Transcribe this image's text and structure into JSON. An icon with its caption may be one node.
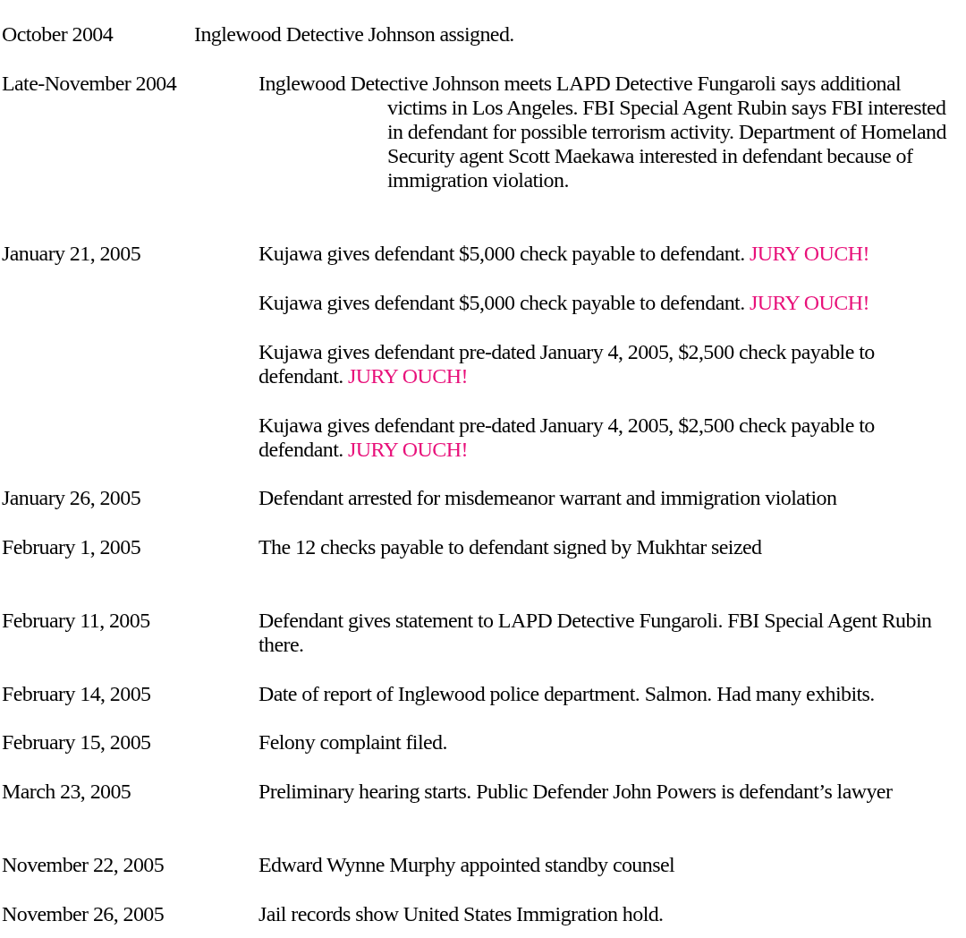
{
  "diagram": {
    "labels": [
      "October 2004",
      "Inglewood Detective Johnson assigned.",
      "Late-November 2004",
      "Inglewood Detective Johnson meets LAPD Detective Fungaroli says additional victims in Los Angeles. FBI Special Agent Rubin says FBI interested in defendant for possible terrorism activity. Department of Homeland Security agent Scott Maekawa interested in defendant because of immigration violation.",
      "January 21, 2005",
      "Kujawa gives defendant $5,000 check payable to defendant.",
      "JURY OUCH!",
      "Kujawa gives defendant $5,000 check payable to defendant.",
      "JURY OUCH!",
      "Kujawa gives defendant pre-dated January 4, 2005, $2,500 check payable to defendant.",
      "JURY OUCH!",
      "Kujawa gives defendant pre-dated January 4, 2005, $2,500 check payable to defendant.",
      "JURY OUCH!",
      "January 26, 2005",
      "Defendant arrested for misdemeanor warrant and immigration violation",
      "February 1, 2005",
      "The 12 checks payable to defendant signed by Mukhtar seized",
      "February 11, 2005",
      "Defendant gives statement to LAPD Detective Fungaroli. FBI Special Agent Rubin there.",
      "February 14, 2005",
      "Date of report of Inglewood police department. Salmon. Had many exhibits.",
      "February 15, 2005",
      "Felony complaint filed.",
      "March 23, 2005",
      "Preliminary hearing starts. Public Defender John Powers is defendant’s lawyer",
      "November 22, 2005",
      "Edward Wynne Murphy appointed standby counsel",
      "November 26, 2005",
      "Jail records show United States Immigration hold."
    ]
  }
}
